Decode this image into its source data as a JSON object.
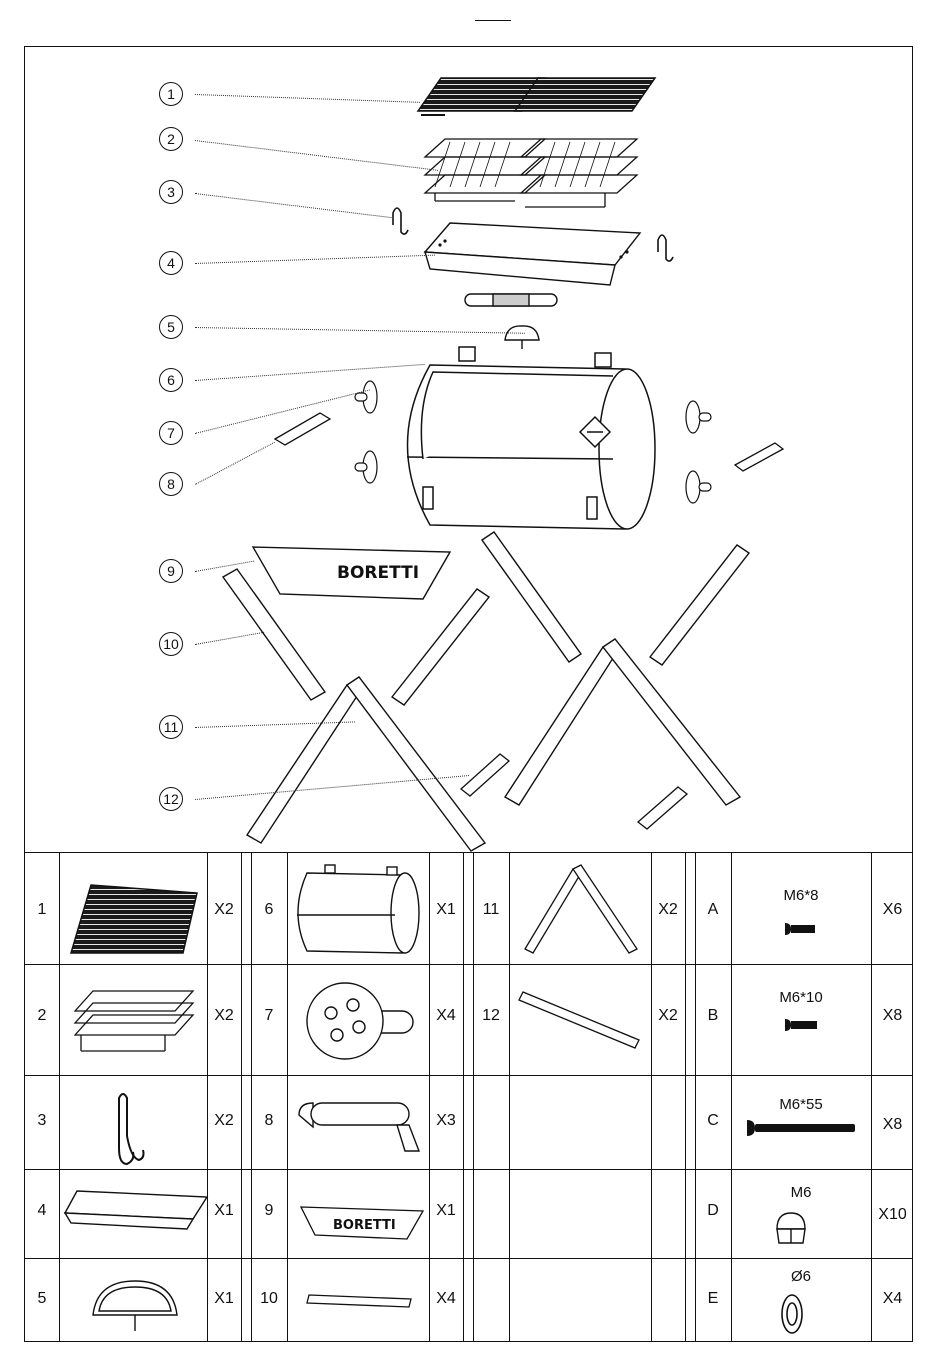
{
  "diagram": {
    "brand_label": "BORETTI",
    "callouts": [
      "1",
      "2",
      "3",
      "4",
      "5",
      "6",
      "7",
      "8",
      "9",
      "10",
      "11",
      "12"
    ]
  },
  "parts_list": {
    "col1": [
      {
        "num": "1",
        "qty": "X2",
        "icon": "cooking-grid"
      },
      {
        "num": "2",
        "qty": "X2",
        "icon": "charcoal-basket"
      },
      {
        "num": "3",
        "qty": "X2",
        "icon": "hook"
      },
      {
        "num": "4",
        "qty": "X1",
        "icon": "ash-tray"
      },
      {
        "num": "5",
        "qty": "X1",
        "icon": "thermometer"
      }
    ],
    "col2": [
      {
        "num": "6",
        "qty": "X1",
        "icon": "barrel-body"
      },
      {
        "num": "7",
        "qty": "X4",
        "icon": "air-vent"
      },
      {
        "num": "8",
        "qty": "X3",
        "icon": "handle"
      },
      {
        "num": "9",
        "qty": "X1",
        "icon": "name-plate",
        "label": "BORETTI"
      },
      {
        "num": "10",
        "qty": "X4",
        "icon": "bar"
      }
    ],
    "col3": [
      {
        "num": "11",
        "qty": "X2",
        "icon": "x-leg"
      },
      {
        "num": "12",
        "qty": "X2",
        "icon": "connector-bar"
      }
    ],
    "hardware": [
      {
        "num": "A",
        "label": "M6*8",
        "qty": "X6",
        "icon": "bolt-short"
      },
      {
        "num": "B",
        "label": "M6*10",
        "qty": "X8",
        "icon": "bolt-short"
      },
      {
        "num": "C",
        "label": "M6*55",
        "qty": "X8",
        "icon": "bolt-long"
      },
      {
        "num": "D",
        "label": "M6",
        "qty": "X10",
        "icon": "cap-nut"
      },
      {
        "num": "E",
        "label": "Ø6",
        "qty": "X4",
        "icon": "spring-washer"
      }
    ]
  }
}
